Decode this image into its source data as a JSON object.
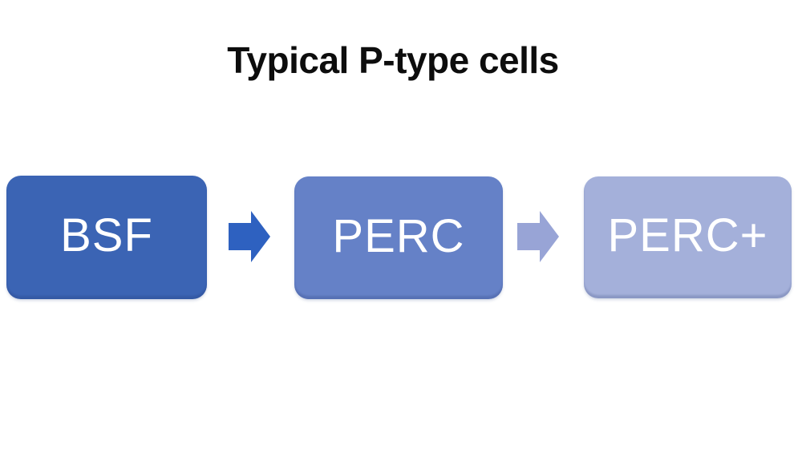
{
  "title": "Typical P-type cells",
  "flow": {
    "nodes": [
      {
        "label": "BSF",
        "fill": "#3b64b4",
        "text_color": "#ffffff"
      },
      {
        "label": "PERC",
        "fill": "#6581c7",
        "text_color": "#ffffff"
      },
      {
        "label": "PERC+",
        "fill": "#a4b0da",
        "text_color": "#ffffff"
      }
    ],
    "arrows": [
      {
        "name": "arrow-bsf-to-perc",
        "fill": "#2e61c0"
      },
      {
        "name": "arrow-perc-to-percp",
        "fill": "#98a4d6"
      }
    ],
    "sequence": "BSF → PERC → PERC+"
  },
  "colors": {
    "background": "#ffffff",
    "title_text": "#0d0d0d"
  }
}
